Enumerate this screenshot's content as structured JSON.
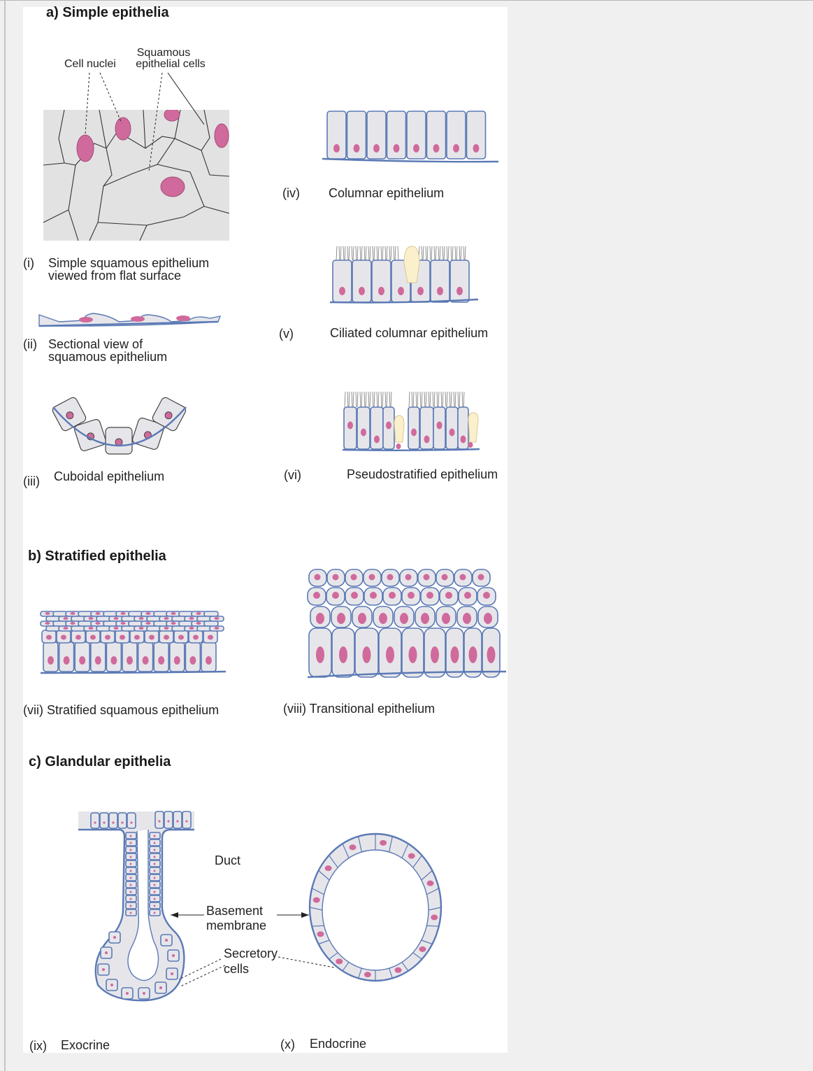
{
  "colors": {
    "cell_fill": "#e6e6ea",
    "cell_stroke": "#5b79b5",
    "nucleus": "#d06a9c",
    "goblet": "#fbf0cc",
    "surface_fill": "#e2e2e2"
  },
  "sections": {
    "a": "a) Simple epithelia",
    "b": "b) Stratified epithelia",
    "c": "c) Glandular epithelia"
  },
  "callouts": {
    "cell_nuclei": "Cell nuclei",
    "squamous_cells_1": "Squamous",
    "squamous_cells_2": "epithelial cells",
    "duct": "Duct",
    "basement_1": "Basement",
    "basement_2": "membrane",
    "secretory_1": "Secretory",
    "secretory_2": "cells"
  },
  "panels": {
    "i": {
      "num": "(i)",
      "line1": "Simple squamous epithelium",
      "line2": "viewed from flat surface"
    },
    "ii": {
      "num": "(ii)",
      "line1": "Sectional view of",
      "line2": "squamous epithelium"
    },
    "iii": {
      "num": "(iii)",
      "text": "Cuboidal epithelium"
    },
    "iv": {
      "num": "(iv)",
      "text": "Columnar epithelium"
    },
    "v": {
      "num": "(v)",
      "text": "Ciliated columnar epithelium"
    },
    "vi": {
      "num": "(vi)",
      "text": "Pseudostratified epithelium"
    },
    "vii": {
      "text": "(vii) Stratified squamous epithelium"
    },
    "viii": {
      "text": "(viii) Transitional epithelium"
    },
    "ix": {
      "num": "(ix)",
      "text": "Exocrine"
    },
    "x": {
      "num": "(x)",
      "text": "Endocrine"
    }
  }
}
